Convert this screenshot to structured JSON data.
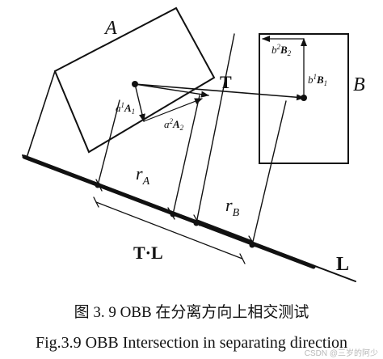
{
  "diagram": {
    "box_a_label": "A",
    "box_b_label": "B",
    "translation_label": "T",
    "axis_label": "L",
    "projection_label": "T·L",
    "radius_a": {
      "main": "r",
      "sub": "A"
    },
    "radius_b": {
      "main": "r",
      "sub": "B"
    },
    "vec_a1": {
      "pre": "a",
      "sup": "1",
      "main": "A",
      "sub": "1"
    },
    "vec_a2": {
      "pre": "a",
      "sup": "2",
      "main": "A",
      "sub": "2"
    },
    "vec_b1": {
      "pre": "b",
      "sup": "1",
      "main": "B",
      "sub": "1"
    },
    "vec_b2": {
      "pre": "b",
      "sup": "2",
      "main": "B",
      "sub": "2"
    }
  },
  "caption": {
    "chinese": "图 3. 9 OBB 在分离方向上相交测试",
    "english": "Fig.3.9 OBB Intersection in separating direction"
  },
  "watermark": "CSDN @三岁的阿少",
  "colors": {
    "ink": "#111111",
    "watermark": "#b8b8b8",
    "background": "#ffffff"
  }
}
